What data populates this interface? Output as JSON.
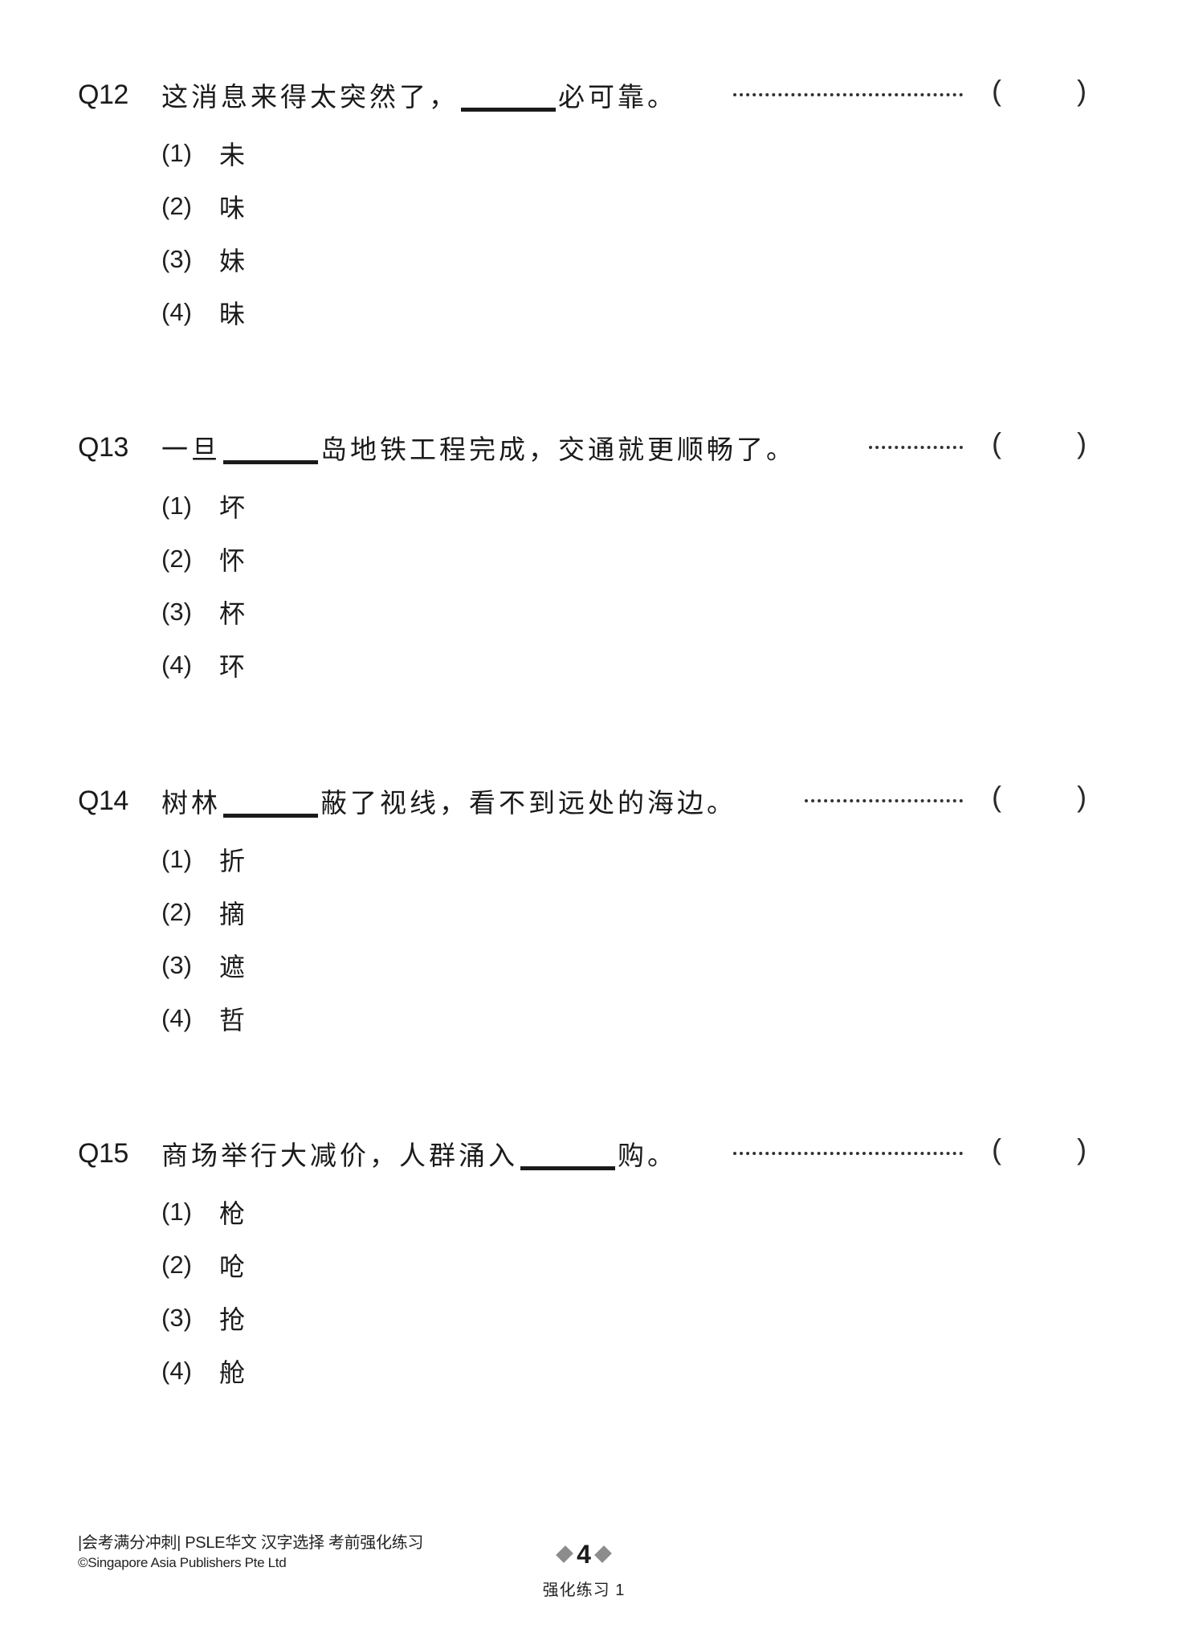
{
  "questions": [
    {
      "number": "Q12",
      "stem_before": "这消息来得太突然了，",
      "stem_after": "必可靠。",
      "options": [
        {
          "num": "(1)",
          "char": "未"
        },
        {
          "num": "(2)",
          "char": "味"
        },
        {
          "num": "(3)",
          "char": "妹"
        },
        {
          "num": "(4)",
          "char": "昧"
        }
      ],
      "answer_paren_open": "(",
      "answer_paren_close": ")"
    },
    {
      "number": "Q13",
      "stem_before": "一旦",
      "stem_after": "岛地铁工程完成，交通就更顺畅了。",
      "options": [
        {
          "num": "(1)",
          "char": "坏"
        },
        {
          "num": "(2)",
          "char": "怀"
        },
        {
          "num": "(3)",
          "char": "杯"
        },
        {
          "num": "(4)",
          "char": "环"
        }
      ],
      "answer_paren_open": "(",
      "answer_paren_close": ")"
    },
    {
      "number": "Q14",
      "stem_before": "树林",
      "stem_after": "蔽了视线，看不到远处的海边。",
      "options": [
        {
          "num": "(1)",
          "char": "折"
        },
        {
          "num": "(2)",
          "char": "摘"
        },
        {
          "num": "(3)",
          "char": "遮"
        },
        {
          "num": "(4)",
          "char": "哲"
        }
      ],
      "answer_paren_open": "(",
      "answer_paren_close": ")"
    },
    {
      "number": "Q15",
      "stem_before": "商场举行大减价，人群涌入",
      "stem_after": "购。",
      "options": [
        {
          "num": "(1)",
          "char": "枪"
        },
        {
          "num": "(2)",
          "char": "呛"
        },
        {
          "num": "(3)",
          "char": "抢"
        },
        {
          "num": "(4)",
          "char": "舱"
        }
      ],
      "answer_paren_open": "(",
      "answer_paren_close": ")"
    }
  ],
  "footer": {
    "series_title": "|会考满分冲刺| PSLE华文 汉字选择 考前强化练习",
    "copyright": "©Singapore Asia Publishers Pte Ltd",
    "page_number": "4",
    "exercise_label": "强化练习 1"
  },
  "colors": {
    "text": "#1a1a1a",
    "diamond": "#8c8c8c"
  }
}
